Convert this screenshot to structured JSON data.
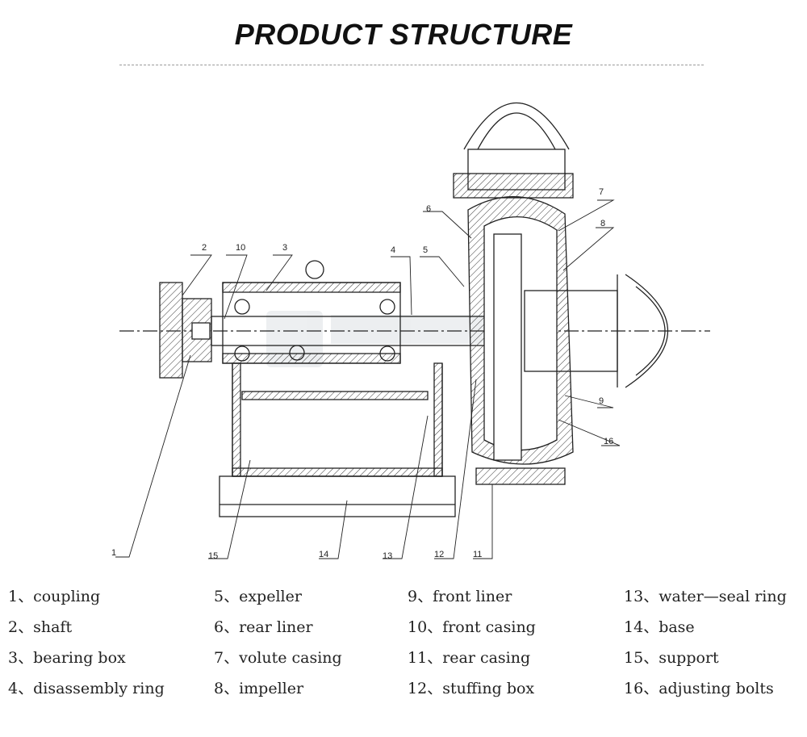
{
  "title": "PRODUCT STRUCTURE",
  "callouts": [
    "1",
    "2",
    "3",
    "4",
    "5",
    "6",
    "7",
    "8",
    "9",
    "10",
    "11",
    "12",
    "13",
    "14",
    "15",
    "16"
  ],
  "legend": [
    {
      "num": "1、",
      "name": "coupling"
    },
    {
      "num": "2、",
      "name": "shaft"
    },
    {
      "num": "3、",
      "name": "bearing box"
    },
    {
      "num": "4、",
      "name": "disassembly ring"
    },
    {
      "num": "5、",
      "name": "expeller"
    },
    {
      "num": "6、",
      "name": "rear liner"
    },
    {
      "num": "7、",
      "name": "volute casing"
    },
    {
      "num": "8、",
      "name": "impeller"
    },
    {
      "num": "9、",
      "name": "front liner"
    },
    {
      "num": "10、",
      "name": "front casing"
    },
    {
      "num": "11、",
      "name": "rear casing"
    },
    {
      "num": "12、",
      "name": "stuffing box"
    },
    {
      "num": "13、",
      "name": "water—seal ring"
    },
    {
      "num": "14、",
      "name": "base"
    },
    {
      "num": "15、",
      "name": "support"
    },
    {
      "num": "16、",
      "name": "adjusting bolts"
    }
  ]
}
